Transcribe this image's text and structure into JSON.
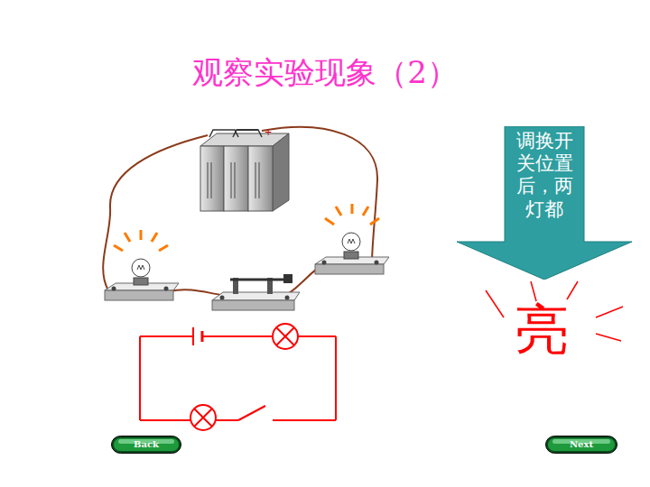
{
  "diagram": {
    "title": "观察实验现象（2）",
    "nodes": [
      {
        "text": [
          "调换开关位置后，两灯都"
        ]
      },
      {
        "text": [
          "Back"
        ]
      },
      {
        "text": [
          "Next"
        ]
      }
    ],
    "labels": [
      "亮"
    ]
  }
}
